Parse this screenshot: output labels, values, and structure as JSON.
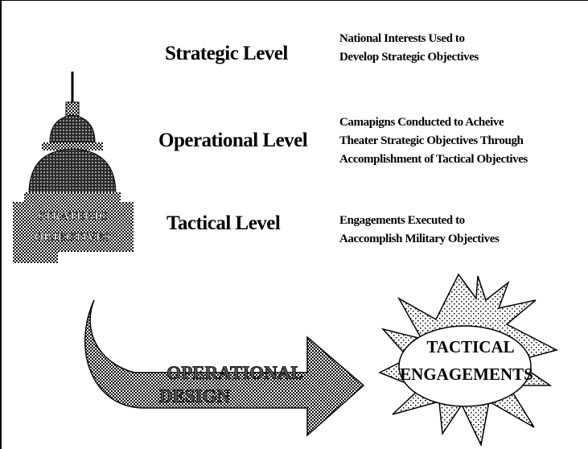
{
  "levels": [
    {
      "title": "Strategic Level",
      "description": [
        "National Interests Used to",
        "Develop Strategic Objectives"
      ]
    },
    {
      "title": "Operational Level",
      "description": [
        "Camapigns Conducted to Acheive",
        "Theater Strategic Objectives Through",
        "Accomplishment of Tactical Objectives"
      ]
    },
    {
      "title": "Tactical Level",
      "description": [
        "Engagements Executed to",
        "Aaccomplish Military Objectives"
      ]
    }
  ],
  "capitol_label": [
    "STRATEGIC",
    "OBJECTIVES"
  ],
  "arrow_label": [
    "OPERATIONAL",
    "DESIGN"
  ],
  "burst_label": [
    "TACTICAL",
    "ENGAGEMENTS"
  ]
}
